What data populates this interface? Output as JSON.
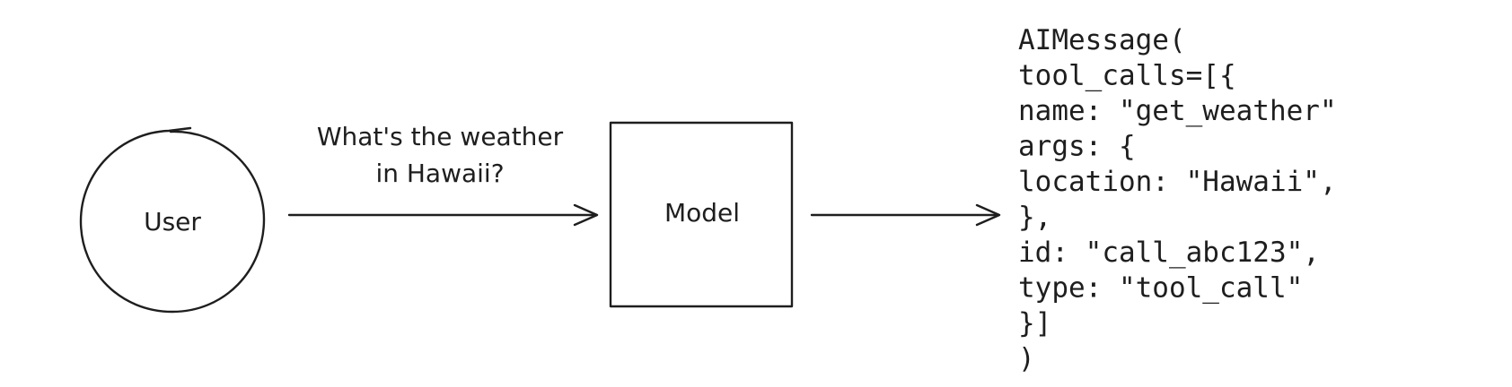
{
  "nodes": {
    "user": "User",
    "model": "Model"
  },
  "edge_label": {
    "line1": "What's the weather",
    "line2": "in Hawaii?"
  },
  "code_lines": [
    "AIMessage(",
    "  tool_calls=[{",
    "    name: \"get_weather\"",
    "    args: {",
    "      location: \"Hawaii\",",
    "    },",
    "    id: \"call_abc123\",",
    "    type: \"tool_call\"",
    "  }]",
    ")"
  ],
  "colors": {
    "ink": "#1e1e1e",
    "background": "#ffffff"
  }
}
